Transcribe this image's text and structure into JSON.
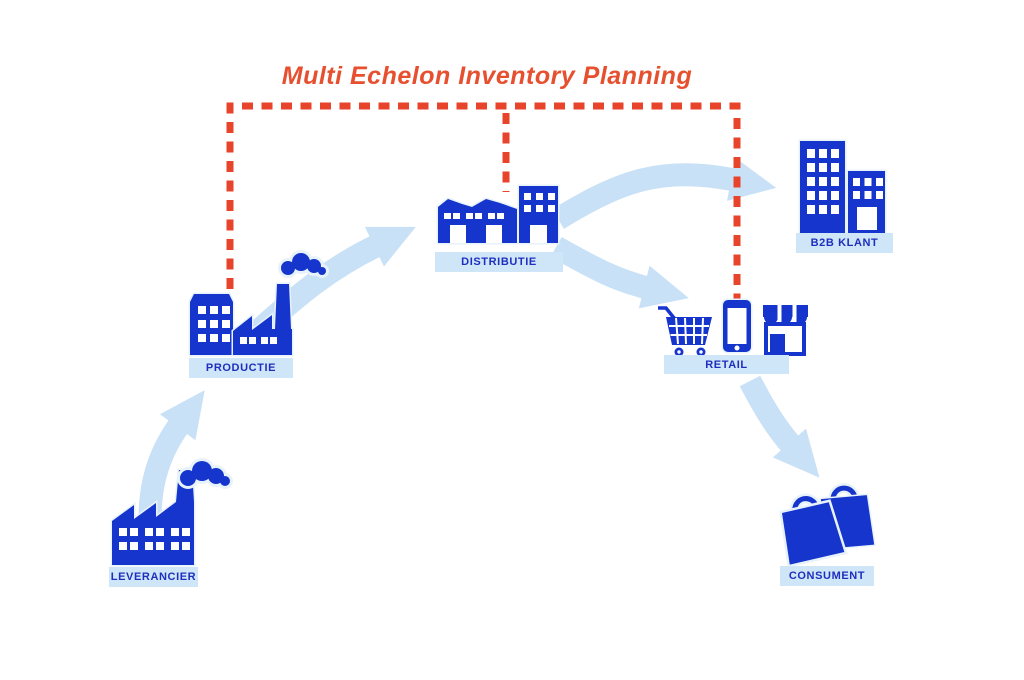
{
  "title": {
    "text": "Multi Echelon Inventory Planning"
  },
  "colors": {
    "icon_blue": "#1535cd",
    "arrow_blue": "#c9e1f6",
    "label_bg": "#cfe6f8",
    "label_text": "#1e2fbe",
    "accent_orange": "#e8432b",
    "title_orange": "#e6502f",
    "halo_blue": "#e7f2fb",
    "background": "#ffffff"
  },
  "nodes": {
    "leverancier": {
      "label": "LEVERANCIER",
      "icon": "factory-icon"
    },
    "productie": {
      "label": "PRODUCTIE",
      "icon": "factory-with-building-icon"
    },
    "distributie": {
      "label": "DISTRIBUTIE",
      "icon": "warehouse-and-building-icon"
    },
    "retail": {
      "label": "RETAIL",
      "icons": [
        "shopping-cart-icon",
        "smartphone-icon",
        "storefront-icon"
      ]
    },
    "b2b_klant": {
      "label": "B2B KLANT",
      "icon": "office-buildings-icon"
    },
    "consument": {
      "label": "CONSUMENT",
      "icon": "shopping-bags-icon"
    }
  },
  "flows": [
    {
      "from": "leverancier",
      "to": "productie"
    },
    {
      "from": "productie",
      "to": "distributie"
    },
    {
      "from": "distributie",
      "to": "b2b_klant"
    },
    {
      "from": "distributie",
      "to": "retail"
    },
    {
      "from": "retail",
      "to": "consument"
    }
  ],
  "planning_scope": {
    "covers": [
      "productie",
      "distributie",
      "retail"
    ],
    "style": "dashed-orange-line"
  }
}
